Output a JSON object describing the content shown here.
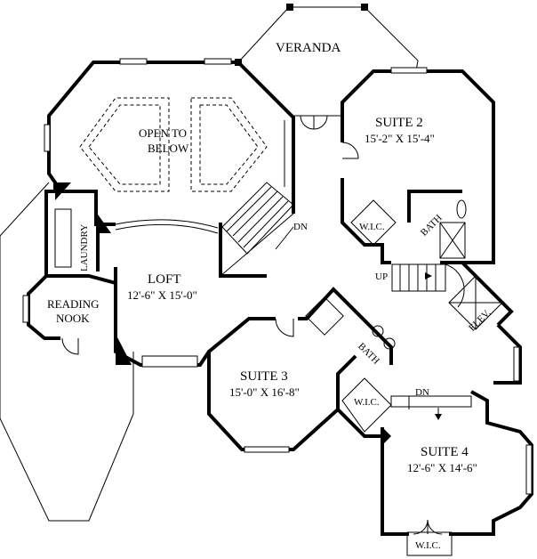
{
  "plan": {
    "veranda": "VERANDA",
    "open_to_below": [
      "OPEN TO",
      "BELOW"
    ],
    "suite2": {
      "name": "SUITE 2",
      "size": "15'-2\" X 15'-4\""
    },
    "suite2_wic": "W.I.C.",
    "suite2_bath": "BATH",
    "stair_dn_1": "DN",
    "laundry": "LAUNDRY",
    "loft": {
      "name": "LOFT",
      "size": "12'-6\" X 15'-0\""
    },
    "reading_nook": [
      "READING",
      "NOOK"
    ],
    "stair_up": "UP",
    "elevator": "ELEV.",
    "suite3": {
      "name": "SUITE 3",
      "size": "15'-0\" X 16'-8\""
    },
    "suite3_bath": "BATH",
    "suite3_wic": "W.I.C.",
    "stair_dn_2": "DN",
    "suite4": {
      "name": "SUITE 4",
      "size": "12'-6\" X 14'-6\""
    },
    "suite4_wic": "W.I.C."
  }
}
